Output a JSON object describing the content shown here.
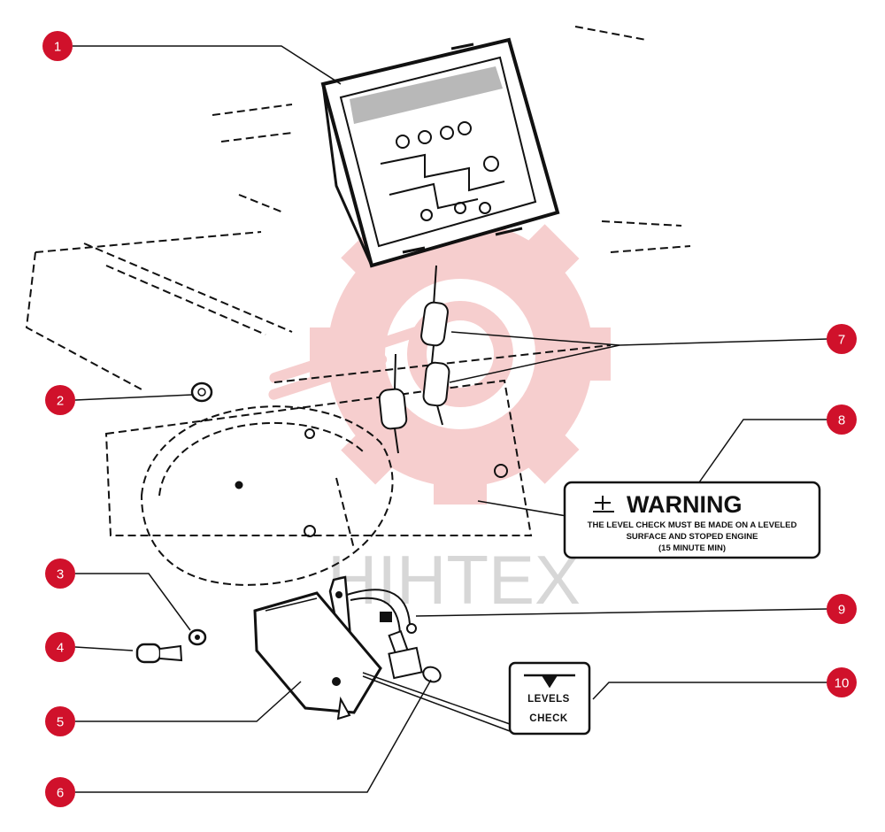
{
  "colors": {
    "callout": "#d0112b",
    "line": "#111111",
    "watermark_red": "#f6c9c9",
    "watermark_gray": "#d7d7d7"
  },
  "watermark": {
    "text": "HIHTEX"
  },
  "callouts": [
    {
      "label": "1"
    },
    {
      "label": "2"
    },
    {
      "label": "3"
    },
    {
      "label": "4"
    },
    {
      "label": "5"
    },
    {
      "label": "6"
    },
    {
      "label": "7"
    },
    {
      "label": "8"
    },
    {
      "label": "9"
    },
    {
      "label": "10"
    }
  ],
  "warning_label": {
    "title": "WARNING",
    "lines": [
      "THE LEVEL CHECK MUST BE MADE ON A LEVELED",
      "SURFACE AND STOPED ENGINE",
      "(15 MINUTE MIN)"
    ]
  },
  "level_label": {
    "line1": "LEVELS",
    "line2": "CHECK"
  },
  "icons": {
    "warning_symbol": "engine-oil-icon",
    "level_symbol": "balance-level-icon"
  }
}
